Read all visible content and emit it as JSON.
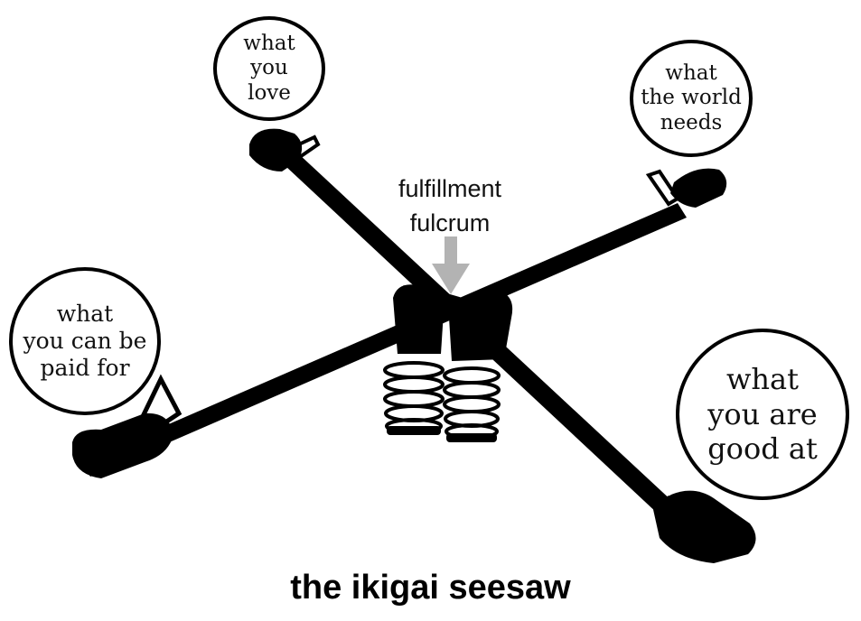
{
  "diagram": {
    "title": "the ikigai seesaw",
    "fulcrum_label": "fulfillment\nfulcrum",
    "bubbles": {
      "love": "what\nyou\nlove",
      "world": "what\nthe world\nneeds",
      "paid": "what\nyou can be\npaid for",
      "good": "what\nyou are\ngood at"
    },
    "colors": {
      "ink": "#000000",
      "arrow": "#b3b3b3",
      "background": "#ffffff"
    },
    "icons": [
      "seesaw-illustration",
      "spring-icon",
      "seat-icon",
      "handle-icon",
      "down-arrow-icon"
    ]
  }
}
